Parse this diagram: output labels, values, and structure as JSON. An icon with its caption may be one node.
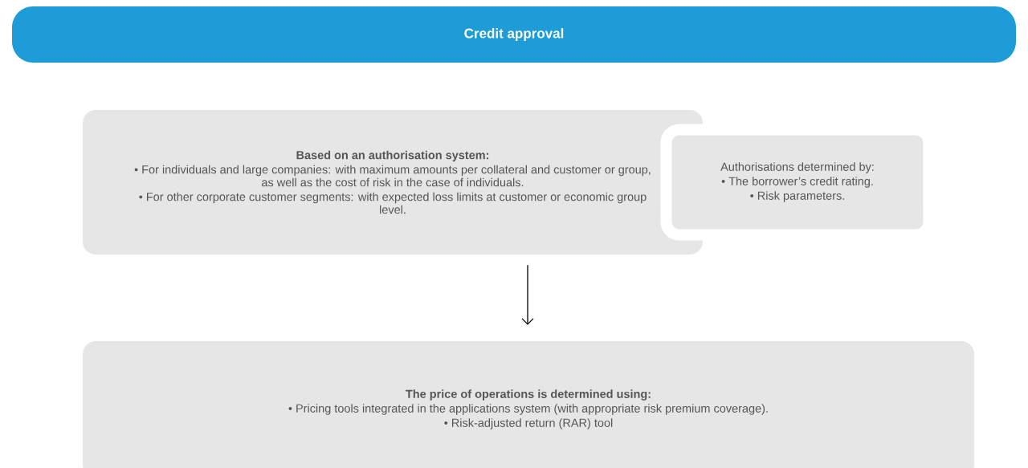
{
  "diagram": {
    "title": "Credit approval",
    "nodes": [
      {
        "text": [
          "Based on an authorisation system:",
          "• For individuals and large companies: with maximum amounts per collateral and customer or group, as well as the cost of risk in the case of individuals.",
          "• For other corporate customer segments: with expected loss limits at customer or economic group level."
        ]
      },
      {
        "text": [
          "Authorisations determined by:",
          "• The borrower’s credit rating.",
          "• Risk parameters."
        ]
      },
      {
        "text": [
          "The price of operations is determined using:",
          "• Pricing tools integrated in the applications system (with appropriate risk premium coverage).",
          "• Risk-adjusted return (RAR) tool"
        ]
      }
    ],
    "edges": [
      {
        "from": 0,
        "to": 2,
        "arrow": "to"
      }
    ]
  }
}
